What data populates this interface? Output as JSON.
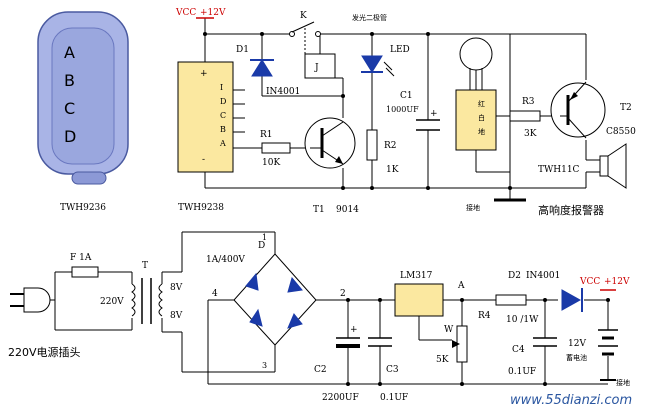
{
  "remote": {
    "buttons": [
      "A",
      "B",
      "C",
      "D"
    ],
    "label": "TWH9236"
  },
  "receiver": {
    "label": "TWH9238",
    "plus": "+",
    "minus": "-",
    "pins": [
      "I",
      "D",
      "C",
      "B",
      "A"
    ]
  },
  "top_circuit": {
    "vcc": "VCC",
    "vcc_value": "+12V",
    "switch": "K",
    "led_note": "发光二极管",
    "led": "LED",
    "d1": "D1",
    "d1_value": "IN4001",
    "relay": "J",
    "r1": "R1",
    "r1_value": "10K",
    "t1": "T1",
    "t1_value": "9014",
    "r2": "R2",
    "r2_value": "1K",
    "c1": "C1",
    "c1_value": "1000UF",
    "c1_plus": "+",
    "siren_module": [
      "红",
      "白",
      "地"
    ],
    "r3": "R3",
    "r3_value": "3K",
    "t2": "T2",
    "t2_value": "C8550",
    "siren_chip": "TWH11C",
    "ground": "接地",
    "title": "高响度报警器"
  },
  "power_supply": {
    "fuse": "F 1A",
    "transformer": "T",
    "primary": "220V",
    "secondary_top": "8V",
    "secondary_bottom": "8V",
    "plug_label": "220V电源插头",
    "bridge": "D",
    "bridge_value": "1A/400V",
    "bridge_pins": [
      "1",
      "2",
      "3",
      "4"
    ],
    "regulator": "LM317",
    "node_a": "A",
    "w": "W",
    "w_value": "5K",
    "r4": "R4",
    "r4_value": "10 /1W",
    "d2": "D2",
    "d2_value": "IN4001",
    "vcc": "VCC",
    "vcc_value": "+12V",
    "c2": "C2",
    "c2_value": "2200UF",
    "c2_plus": "+",
    "c3": "C3",
    "c3_value": "0.1UF",
    "c4": "C4",
    "c4_value": "0.1UF",
    "battery": "12V",
    "battery_label": "蓄电池",
    "ground": "接地"
  },
  "watermark": "www.55dianzi.com",
  "colors": {
    "remote_fill": "#a9b4e6",
    "receiver_fill": "#fbe8a0",
    "module_fill": "#fbe8a0",
    "diode": "#1a3aa8",
    "vcc_red": "#cc0000"
  }
}
